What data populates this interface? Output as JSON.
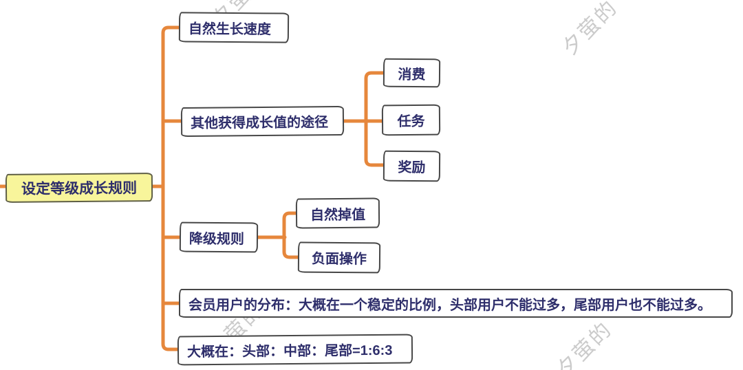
{
  "mindmap": {
    "root": {
      "label": "设定等级成长规则"
    },
    "branches": [
      {
        "label": "自然生长速度",
        "children": []
      },
      {
        "label": "其他获得成长值的途径",
        "children": [
          {
            "label": "消费"
          },
          {
            "label": "任务"
          },
          {
            "label": "奖励"
          }
        ]
      },
      {
        "label": "降级规则",
        "children": [
          {
            "label": "自然掉值"
          },
          {
            "label": "负面操作"
          }
        ]
      },
      {
        "label": "会员用户的分布：大概在一个稳定的比例，头部用户不能过多，尾部用户也不能过多。",
        "children": []
      },
      {
        "label": "大概在：头部：中部：尾部=1:6:3",
        "children": []
      }
    ]
  },
  "watermark": {
    "text": "夕萤的"
  },
  "colors": {
    "edge": "#E6873C",
    "box_border": "#474747",
    "text": "#2E2E6B",
    "root_fill": "#F8F59B",
    "root_border": "#5f5f46",
    "watermark": "#C6C6C6",
    "background": "#FFFFFF"
  }
}
